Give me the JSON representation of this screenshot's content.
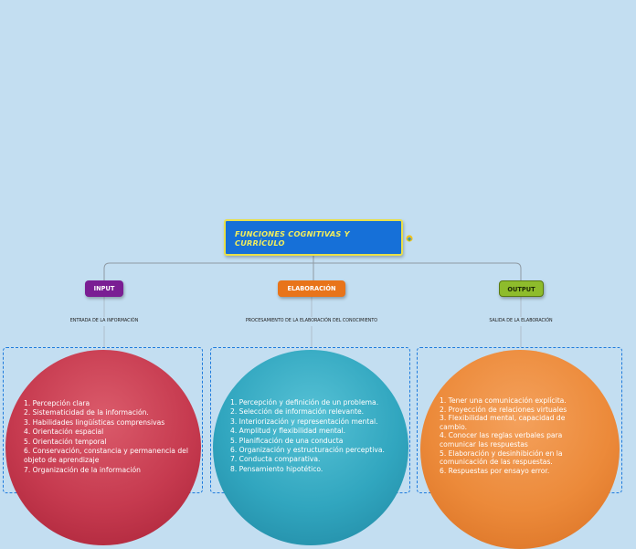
{
  "root": {
    "title": "FUNCIONES COGNITIVAS Y CURRÍCULO"
  },
  "branches": [
    {
      "label": "INPUT",
      "subtitle": "ENTRADA DE LA INFORMACIÓN",
      "color": "#7a1e93",
      "circle_color": "#c63a4f",
      "items": [
        "1. Percepción clara",
        "2. Sistematicidad de la información.",
        "3. Habilidades lingüísticas comprensivas",
        "4. Orientación espacial",
        "5. Orientación temporal",
        "6. Conservación, constancia y permanencia del objeto de aprendizaje",
        "7. Organización de la información"
      ]
    },
    {
      "label": "ELABORACIÓN",
      "subtitle": "PROCESAMIENTO DE LA ELABORACIÓN DEL CONOCIMIENTO",
      "color": "#e8741a",
      "circle_color": "#31a6bf",
      "items": [
        "1. Percepción y definición de un problema.",
        "2. Selección de información relevante.",
        "3.  Interiorización y representación mental.",
        "4. Amplitud y flexibilidad mental.",
        "5. Planificación de una conducta",
        "6. Organización y estructuración perceptiva.",
        "7. Conducta comparativa.",
        "8. Pensamiento hipotético."
      ]
    },
    {
      "label": "OUTPUT",
      "subtitle": "SALIDA DE LA ELABORACIÓN",
      "color": "#8ebc2c",
      "circle_color": "#ec8a3a",
      "items": [
        "1. Tener una comunicación explícita.",
        "2. Proyección de relaciones virtuales",
        "3. Flexibilidad mental, capacidad de cambio.",
        "4. Conocer las reglas verbales para comunicar las respuestas",
        "5. Elaboración y desinhibición en la comunicación de las respuestas.",
        "6. Respuestas por ensayo error."
      ]
    }
  ],
  "colors": {
    "background": "#c3def1",
    "root_fill": "#1670d8",
    "root_border": "#e9e04a",
    "connector": "#8f9aa3",
    "frame_border": "#1e7bdd"
  },
  "icons": {
    "link": "link-icon"
  }
}
